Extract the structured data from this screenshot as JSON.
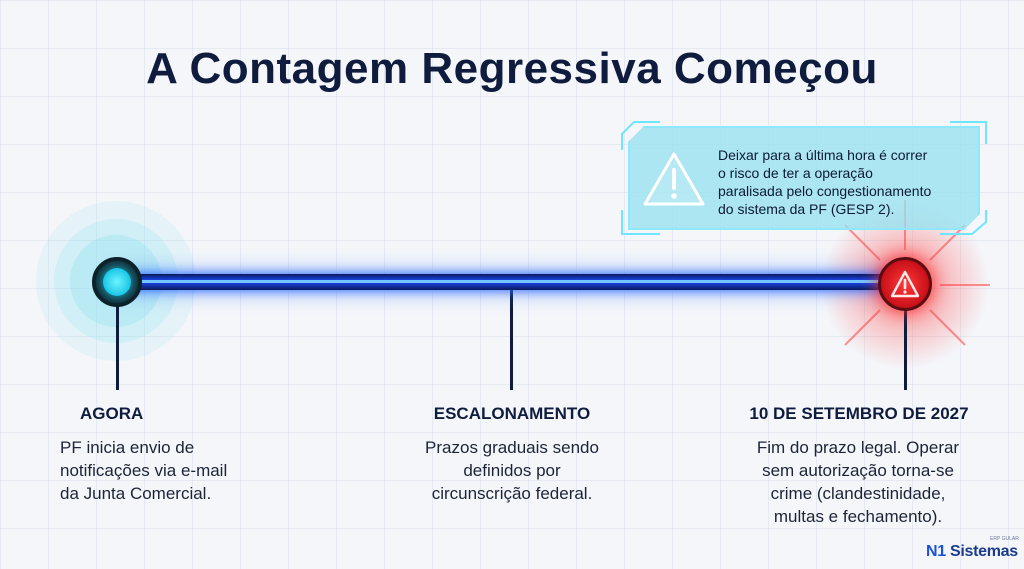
{
  "title": "A Contagem Regressiva Começou",
  "stages": [
    {
      "heading": "AGORA",
      "description": "PF inicia envio de\nnotificações via e-mail\nda Junta Comercial."
    },
    {
      "heading": "ESCALONAMENTO",
      "description": "Prazos graduais sendo\ndefinidos por\ncircunscrição federal."
    },
    {
      "heading": "10 DE SETEMBRO DE 2027",
      "description": "Fim do prazo legal. Operar\nsem autorização torna-se\ncrime (clandestinidade,\nmultas e fechamento)."
    }
  ],
  "callout": {
    "text": "Deixar para a última hora é correr\no risco de ter a operação\nparalisada pelo congestionamento\ndo sistema da PF (GESP 2).",
    "icon": "warning-triangle-icon"
  },
  "logo": {
    "prefix": "N1",
    "name": "Sistemas",
    "tagline": "ERP GULAR"
  },
  "colors": {
    "title": "#0f1c3d",
    "timeline": "#1c4cff",
    "start_node": "#18c6e6",
    "end_node": "#e01a22",
    "callout_bg": "#96e1f0"
  }
}
